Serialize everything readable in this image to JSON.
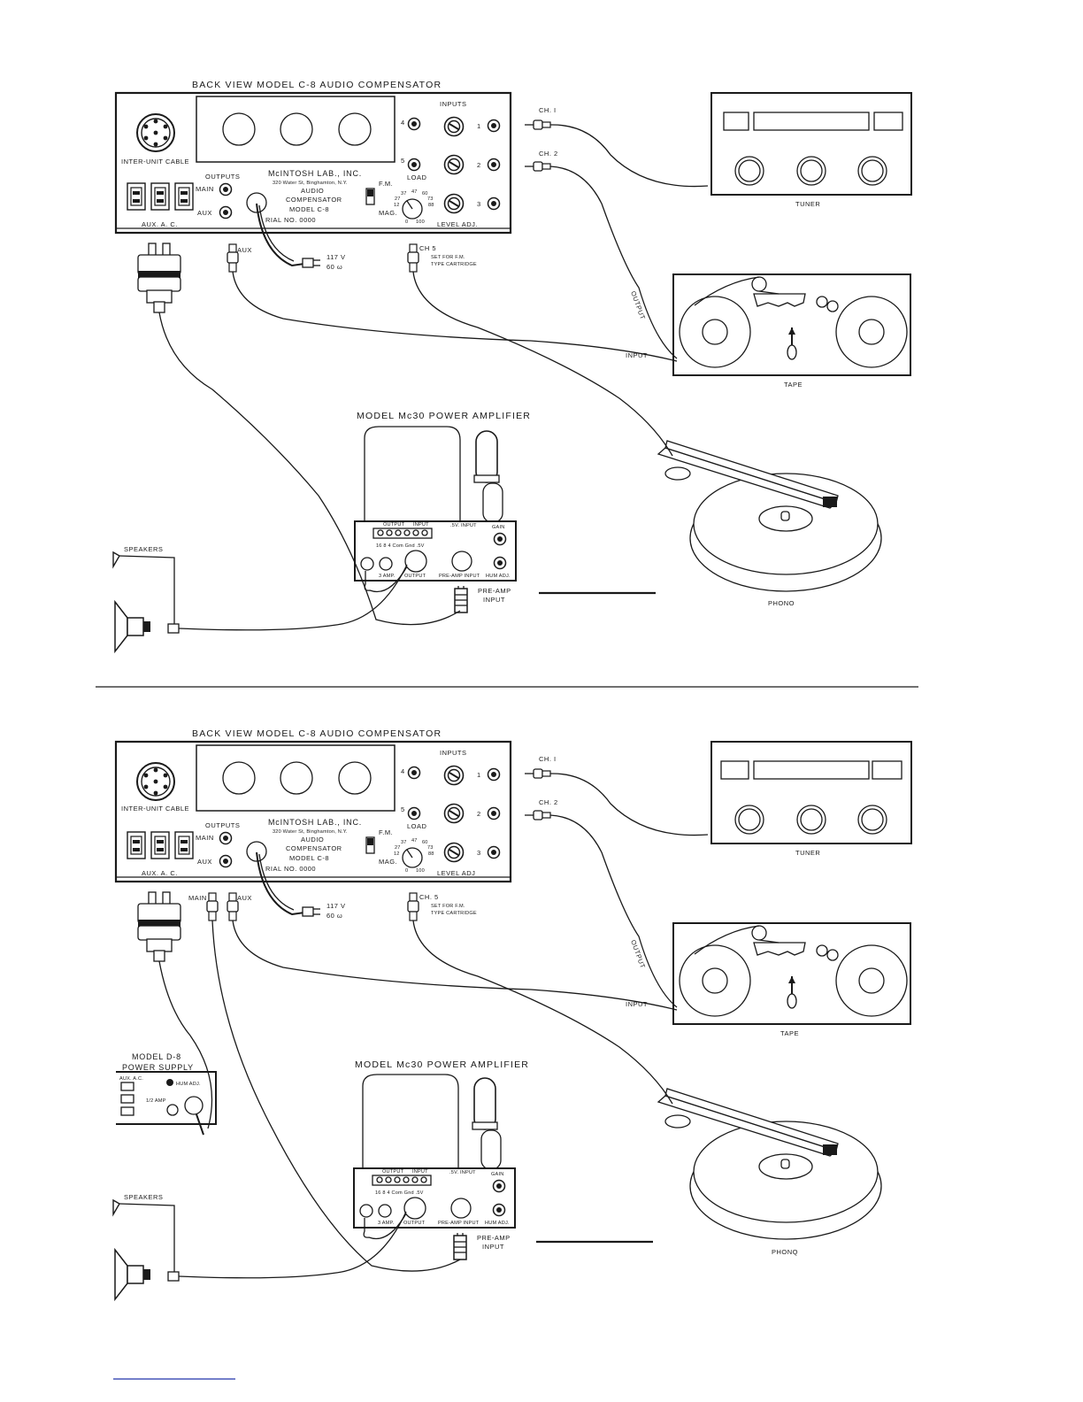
{
  "diagrams": [
    {
      "compensator": {
        "title": "BACK VIEW MODEL C-8 AUDIO COMPENSATOR",
        "inter_unit_cable": "INTER-UNIT CABLE",
        "outputs": "OUTPUTS",
        "main": "MAIN",
        "aux": "AUX",
        "aux_ac": "AUX.  A. C.",
        "maker": "McINTOSH LAB., INC.",
        "address": "320 Water St, Binghamton, N.Y.",
        "audio": "AUDIO",
        "compensator_word": "COMPENSATOR",
        "model": "MODEL C-8",
        "serial": "RIAL NO. 0000",
        "inputs": "INPUTS",
        "n4": "4",
        "n5": "5",
        "n1": "1",
        "n2": "2",
        "n3": "3",
        "load": "LOAD",
        "fm": "F.M.",
        "mag": "MAG.",
        "dial_37": "37",
        "dial_47": "47",
        "dial_60": "60",
        "dial_27": "27",
        "dial_73": "73",
        "dial_12": "12",
        "dial_88": "88",
        "dial_0": "0",
        "dial_100": "100",
        "level_adj": "LEVEL ADJ."
      },
      "cables": {
        "aux": "AUX",
        "power": "117 V",
        "power_freq": "60 ω",
        "ch5": "CH 5",
        "ch5_note1": "SET FOR F.M.",
        "ch5_note2": "TYPE CARTRIDGE",
        "ch1": "CH. I",
        "ch2": "CH. 2",
        "output": "OUTPUT",
        "input": "INPUT"
      },
      "tuner": {
        "label": "TUNER"
      },
      "tape": {
        "label": "TAPE"
      },
      "phono": {
        "label": "PHONO"
      },
      "amplifier": {
        "title": "MODEL Mc30 POWER AMPLIFIER",
        "output": "OUTPUT",
        "input": "INPUT",
        "half_v_input": ".5V. INPUT",
        "gain": "GAIN",
        "taps": "16  8  4  Com Gnd .5V",
        "fuse": "3 AMP.",
        "output_socket": "OUTPUT",
        "preamp_input": "PRE-AMP INPUT",
        "hum_adj": "HUM ADJ.",
        "plug_label1": "PRE-AMP",
        "plug_label2": "INPUT"
      },
      "speakers": {
        "label": "SPEAKERS"
      }
    },
    {
      "compensator": {
        "title": "BACK VIEW MODEL C-8 AUDIO COMPENSATOR",
        "inter_unit_cable": "INTER-UNIT CABLE",
        "outputs": "OUTPUTS",
        "main": "MAIN",
        "aux": "AUX",
        "aux_ac": "AUX.  A. C.",
        "maker": "McINTOSH LAB., INC.",
        "address": "320 Water St, Binghamton, N.Y.",
        "audio": "AUDIO",
        "compensator_word": "COMPENSATOR",
        "model": "MODEL C-8",
        "serial": "RIAL NO. 0000",
        "inputs": "INPUTS",
        "n4": "4",
        "n5": "5",
        "n1": "1",
        "n2": "2",
        "n3": "3",
        "load": "LOAD",
        "fm": "F.M.",
        "mag": "MAG.",
        "dial_37": "37",
        "dial_47": "47",
        "dial_60": "60",
        "dial_27": "27",
        "dial_73": "73",
        "dial_12": "12",
        "dial_88": "88",
        "dial_0": "0",
        "dial_100": "100",
        "level_adj": "LEVEL ADJ"
      },
      "cables": {
        "main": "MAIN",
        "aux": "AUX",
        "power": "117 V",
        "power_freq": "60 ω",
        "ch5": "CH. 5",
        "ch5_note1": "SET FOR F.M.",
        "ch5_note2": "TYPE CARTRIDGE",
        "ch1": "CH. I",
        "ch2": "CH. 2",
        "output": "OUTPUT",
        "input": "INPUT"
      },
      "tuner": {
        "label": "TUNER"
      },
      "tape": {
        "label": "TAPE"
      },
      "phono": {
        "label": "PHONQ"
      },
      "power_supply": {
        "title1": "MODEL D-8",
        "title2": "POWER SUPPLY",
        "aux_ac": "AUX. A.C.",
        "hum_adj": "HUM ADJ.",
        "fuse": "1/2 AMP"
      },
      "amplifier": {
        "title": "MODEL Mc30 POWER AMPLIFIER",
        "output": "OUTPUT",
        "input": "INPUT",
        "half_v_input": ".5V. INPUT",
        "gain": "GAIN",
        "taps": "16  8  4 Com Gnd .5V",
        "fuse": "3 AMP.",
        "output_socket": "OUTPUT",
        "preamp_input": "PRE-AMP INPUT",
        "hum_adj": "HUM ADJ.",
        "plug_label1": "PRE-AMP",
        "plug_label2": "INPUT"
      },
      "speakers": {
        "label": "SPEAKERS"
      }
    }
  ]
}
